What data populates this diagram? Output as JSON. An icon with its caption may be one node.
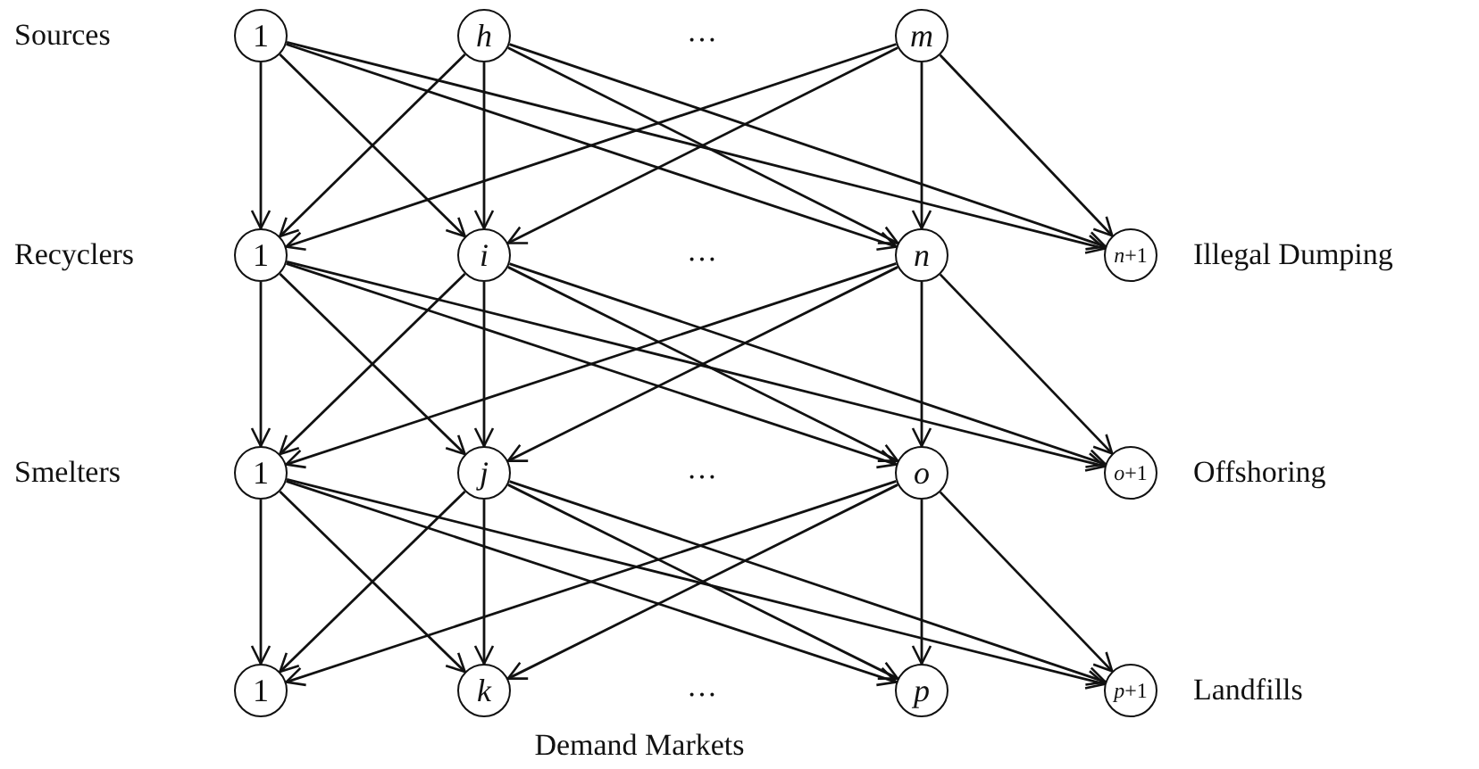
{
  "diagram": {
    "nodes": [
      {
        "text": [
          "1"
        ]
      },
      {
        "text": [
          "h"
        ]
      },
      {
        "text": [
          "m"
        ]
      },
      {
        "text": [
          "1"
        ]
      },
      {
        "text": [
          "i"
        ]
      },
      {
        "text": [
          "n"
        ]
      },
      {
        "text": [
          "*n*+1"
        ],
        "beside": [
          "Illegal Dumping"
        ]
      },
      {
        "text": [
          "1"
        ]
      },
      {
        "text": [
          "j"
        ]
      },
      {
        "text": [
          "o"
        ]
      },
      {
        "text": [
          "*o*+1"
        ],
        "beside": [
          "Offshoring"
        ]
      },
      {
        "text": [
          "1"
        ]
      },
      {
        "text": [
          "k"
        ]
      },
      {
        "text": [
          "p"
        ]
      },
      {
        "text": [
          "*p*+1"
        ],
        "beside": [
          "Landfills"
        ]
      }
    ],
    "edges": [
      {
        "from": 0,
        "to": 3,
        "arrow": "to"
      },
      {
        "from": 0,
        "to": 4,
        "arrow": "to"
      },
      {
        "from": 0,
        "to": 5,
        "arrow": "to"
      },
      {
        "from": 0,
        "to": 6,
        "arrow": "to"
      },
      {
        "from": 1,
        "to": 3,
        "arrow": "to"
      },
      {
        "from": 1,
        "to": 4,
        "arrow": "to"
      },
      {
        "from": 1,
        "to": 5,
        "arrow": "to"
      },
      {
        "from": 1,
        "to": 6,
        "arrow": "to"
      },
      {
        "from": 2,
        "to": 3,
        "arrow": "to"
      },
      {
        "from": 2,
        "to": 4,
        "arrow": "to"
      },
      {
        "from": 2,
        "to": 5,
        "arrow": "to"
      },
      {
        "from": 2,
        "to": 6,
        "arrow": "to"
      },
      {
        "from": 3,
        "to": 7,
        "arrow": "to"
      },
      {
        "from": 3,
        "to": 8,
        "arrow": "to"
      },
      {
        "from": 3,
        "to": 9,
        "arrow": "to"
      },
      {
        "from": 3,
        "to": 10,
        "arrow": "to"
      },
      {
        "from": 4,
        "to": 7,
        "arrow": "to"
      },
      {
        "from": 4,
        "to": 8,
        "arrow": "to"
      },
      {
        "from": 4,
        "to": 9,
        "arrow": "to"
      },
      {
        "from": 4,
        "to": 10,
        "arrow": "to"
      },
      {
        "from": 5,
        "to": 7,
        "arrow": "to"
      },
      {
        "from": 5,
        "to": 8,
        "arrow": "to"
      },
      {
        "from": 5,
        "to": 9,
        "arrow": "to"
      },
      {
        "from": 5,
        "to": 10,
        "arrow": "to"
      },
      {
        "from": 7,
        "to": 11,
        "arrow": "to"
      },
      {
        "from": 7,
        "to": 12,
        "arrow": "to"
      },
      {
        "from": 7,
        "to": 13,
        "arrow": "to"
      },
      {
        "from": 7,
        "to": 14,
        "arrow": "to"
      },
      {
        "from": 8,
        "to": 11,
        "arrow": "to"
      },
      {
        "from": 8,
        "to": 12,
        "arrow": "to"
      },
      {
        "from": 8,
        "to": 13,
        "arrow": "to"
      },
      {
        "from": 8,
        "to": 14,
        "arrow": "to"
      },
      {
        "from": 9,
        "to": 11,
        "arrow": "to"
      },
      {
        "from": 9,
        "to": 12,
        "arrow": "to"
      },
      {
        "from": 9,
        "to": 13,
        "arrow": "to"
      },
      {
        "from": 9,
        "to": 14,
        "arrow": "to"
      }
    ],
    "labels": [
      "Sources",
      "…",
      "Recyclers",
      "…",
      "Smelters",
      "…",
      "…",
      "Demand Markets"
    ]
  }
}
